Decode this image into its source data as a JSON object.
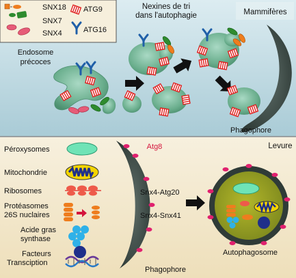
{
  "top_panel": {
    "title": "Nexines de tri",
    "title_line2": "dans l'autophagie",
    "corner_label": "Mammifères",
    "endosome_label_l1": "Endosome",
    "endosome_label_l2": "précoces",
    "phagophore_label": "Phagophore",
    "legend": {
      "snx18": "SNX18",
      "snx7": "SNX7",
      "snx4": "SNX4",
      "atg9": "ATG9",
      "atg16": "ATG16"
    }
  },
  "bottom_panel": {
    "corner_label": "Levure",
    "atg8_label": "Atg8",
    "complex1": "Snx4-Atg20",
    "complex2": "Snx4-Snx41",
    "phagophore_label": "Phagophore",
    "autophagosome_label": "Autophagosome",
    "cargo": {
      "peroxisomes": "Péroxysomes",
      "mitochondria": "Mitochondrie",
      "ribosomes": "Ribosomes",
      "proteasomes_l1": "Protéasomes",
      "proteasomes_l2": "26S nuclaires",
      "fas_l1": "Acide gras",
      "fas_l2": "synthase",
      "tf_l1": "Facteurs",
      "tf_l2": "Transciption"
    }
  },
  "colors": {
    "top_bg": "#cde3ea",
    "bottom_bg": "#f4ead2",
    "endosome": "#6db08c",
    "snx18": "#ee7d1e",
    "snx7": "#2e8b2e",
    "snx4": "#e65c78",
    "atg9": "#e0201f",
    "atg16": "#1f5fa8",
    "phagophore": "#3c4a46",
    "atg8": "#e0206e"
  }
}
